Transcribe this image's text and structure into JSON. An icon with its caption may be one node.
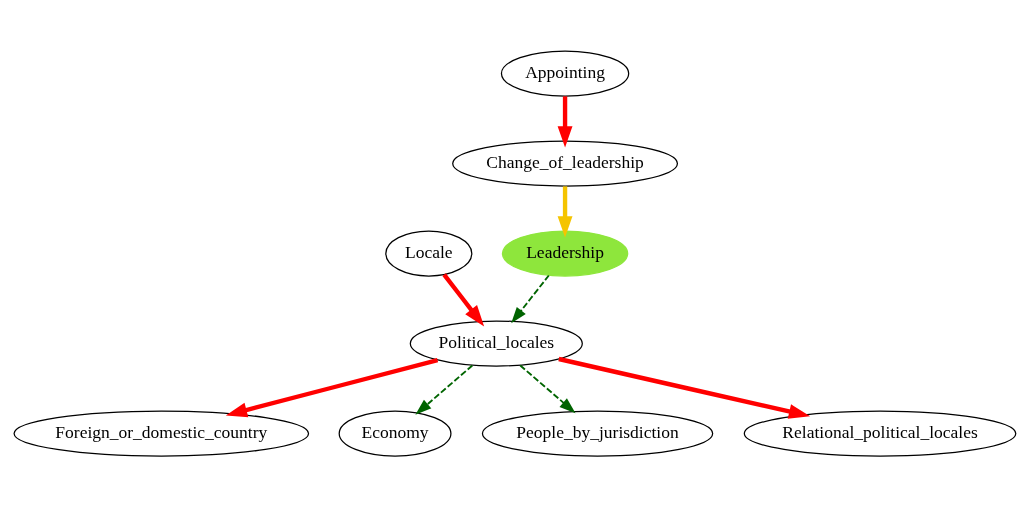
{
  "diagram": {
    "nodes": [
      {
        "text": [
          "Appointing"
        ]
      },
      {
        "text": [
          "Change_of_leadership"
        ]
      },
      {
        "text": [
          "Locale"
        ]
      },
      {
        "text": [
          "Leadership"
        ]
      },
      {
        "text": [
          "Political_locales"
        ]
      },
      {
        "text": [
          "Foreign_or_domestic_country"
        ]
      },
      {
        "text": [
          "Economy"
        ]
      },
      {
        "text": [
          "People_by_jurisdiction"
        ]
      },
      {
        "text": [
          "Relational_political_locales"
        ]
      }
    ],
    "edges": [
      {
        "from": 0,
        "to": 1,
        "arrow": "to"
      },
      {
        "from": 1,
        "to": 3,
        "arrow": "to",
        "color": "#f5c400"
      },
      {
        "from": 2,
        "to": 4,
        "arrow": "to"
      },
      {
        "from": 3,
        "to": 4,
        "arrow": "to",
        "style": "dashed",
        "color": "#006400"
      },
      {
        "from": 4,
        "to": 5,
        "arrow": "to"
      },
      {
        "from": 4,
        "to": 6,
        "arrow": "to",
        "style": "dashed",
        "color": "#006400"
      },
      {
        "from": 4,
        "to": 7,
        "arrow": "to",
        "style": "dashed",
        "color": "#006400"
      },
      {
        "from": 4,
        "to": 8,
        "arrow": "to"
      }
    ]
  }
}
